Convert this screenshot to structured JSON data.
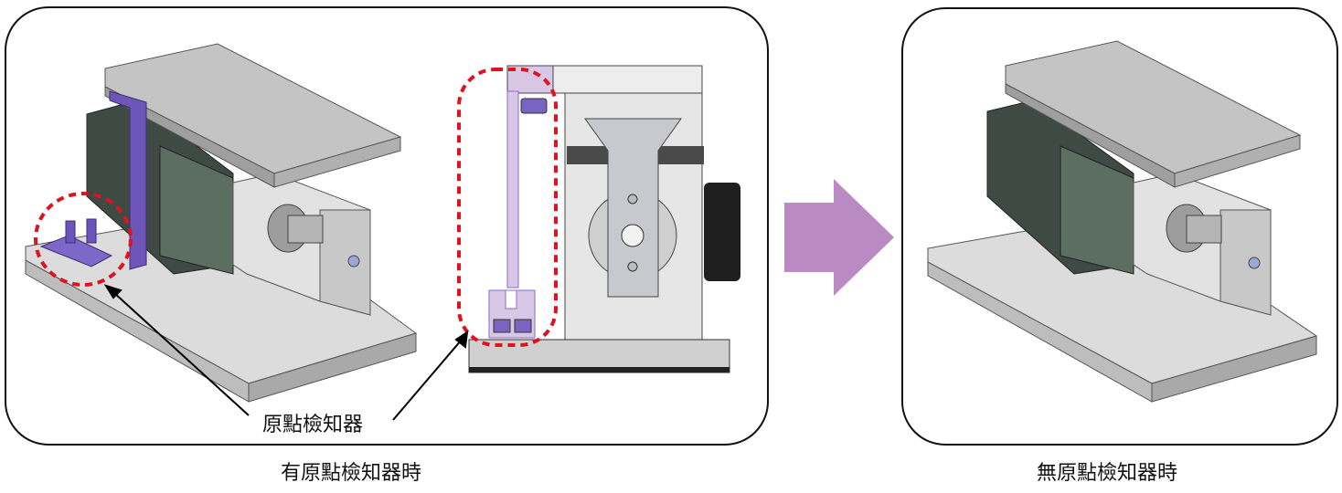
{
  "callout": {
    "label": "原點檢知器"
  },
  "captions": {
    "with_sensor": "有原點檢知器時",
    "without_sensor": "無原點檢知器時"
  },
  "colors": {
    "sensor_highlight": "#8a6cc9",
    "dashed_marker": "#e0121f",
    "arrow": "#b98bc2",
    "metal": "#d6d6d8"
  }
}
